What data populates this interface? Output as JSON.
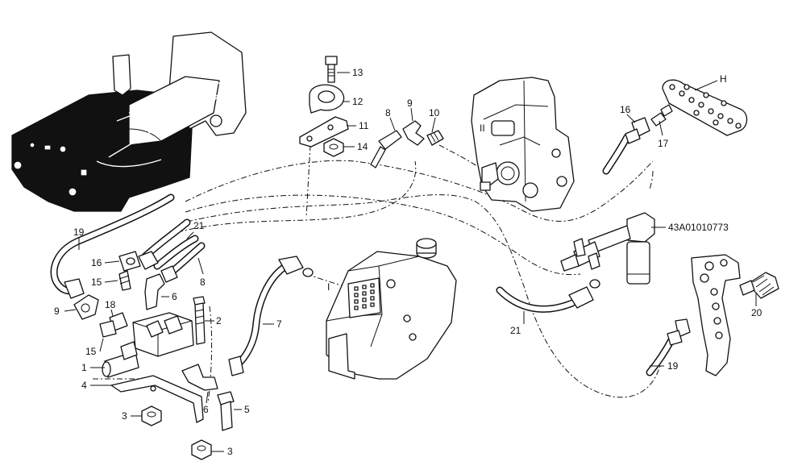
{
  "callouts": [
    {
      "id": "c13",
      "text": "13"
    },
    {
      "id": "c12",
      "text": "12"
    },
    {
      "id": "c11",
      "text": "11"
    },
    {
      "id": "c14",
      "text": "14"
    },
    {
      "id": "c8a",
      "text": "8"
    },
    {
      "id": "c9a",
      "text": "9"
    },
    {
      "id": "c10",
      "text": "10"
    },
    {
      "id": "c16a",
      "text": "16"
    },
    {
      "id": "c17",
      "text": "17"
    },
    {
      "id": "cH",
      "text": "H"
    },
    {
      "id": "c43",
      "text": "43A01010773"
    },
    {
      "id": "c19a",
      "text": "19"
    },
    {
      "id": "c21a",
      "text": "21"
    },
    {
      "id": "c16b",
      "text": "16"
    },
    {
      "id": "c8b",
      "text": "8"
    },
    {
      "id": "c15a",
      "text": "15"
    },
    {
      "id": "c6a",
      "text": "6"
    },
    {
      "id": "c9b",
      "text": "9"
    },
    {
      "id": "c18",
      "text": "18"
    },
    {
      "id": "c2",
      "text": "2"
    },
    {
      "id": "c7",
      "text": "7"
    },
    {
      "id": "cI",
      "text": "I"
    },
    {
      "id": "c15b",
      "text": "15"
    },
    {
      "id": "c1",
      "text": "1"
    },
    {
      "id": "c4",
      "text": "4"
    },
    {
      "id": "c6b",
      "text": "6"
    },
    {
      "id": "c5",
      "text": "5"
    },
    {
      "id": "c3a",
      "text": "3"
    },
    {
      "id": "c3b",
      "text": "3"
    },
    {
      "id": "c21b",
      "text": "21"
    },
    {
      "id": "c20",
      "text": "20"
    },
    {
      "id": "c19b",
      "text": "19"
    },
    {
      "id": "cII",
      "text": "II"
    }
  ]
}
